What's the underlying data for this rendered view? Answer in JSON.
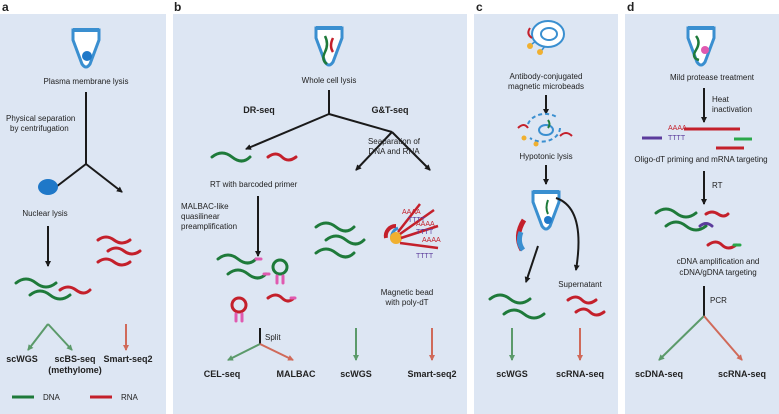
{
  "colors": {
    "panel_bg": "#dde6f3",
    "dna": "#1e7a3a",
    "rna": "#c4202b",
    "arrow": "#1a1a1a",
    "green_arrow": "#5b9a6a",
    "red_arrow": "#d06a5a",
    "tube_blue": "#3a8fd0",
    "nucleus": "#1f78c8",
    "bead": "#f0b030",
    "pink": "#e05ab0",
    "purple": "#5b3c9c"
  },
  "panels": [
    {
      "letter": "a",
      "labels": {
        "lysis": "Plasma membrane lysis",
        "separation_l1": "Physical separation",
        "separation_l2": "by centrifugation",
        "nuclear": "Nuclear lysis",
        "out1": "scWGS",
        "out2_l1": "scBS-seq",
        "out2_l2": "(methylome)",
        "out3": "Smart-seq2"
      }
    },
    {
      "letter": "b",
      "labels": {
        "lysis": "Whole cell lysis",
        "dr": "DR-seq",
        "gt": "G&T-seq",
        "sep_l1": "Seaparation of",
        "sep_l2": "DNA and RNA",
        "rt": "RT with barcoded primer",
        "malbac_l1": "MALBAC-like",
        "malbac_l2": "quasilinear",
        "malbac_l3": "preamplification",
        "split": "Split",
        "bead_l1": "Magnetic bead",
        "bead_l2": "with poly-dT",
        "polyA": "AAAA",
        "polyT": "TTTT",
        "out1": "CEL-seq",
        "out2": "MALBAC",
        "out3": "scWGS",
        "out4": "Smart-seq2"
      }
    },
    {
      "letter": "c",
      "labels": {
        "antibody_l1": "Antibody-conjugated",
        "antibody_l2": "magnetic microbeads",
        "hypotonic": "Hypotonic lysis",
        "supernatant": "Supernatant",
        "out1": "scWGS",
        "out2": "scRNA-seq"
      }
    },
    {
      "letter": "d",
      "labels": {
        "protease": "Mild protease treatment",
        "heat_l1": "Heat",
        "heat_l2": "inactivation",
        "polyA": "AAAA",
        "polyT": "TTTT",
        "oligo": "Oligo-dT priming and mRNA targeting",
        "rt": "RT",
        "cdna_l1": "cDNA amplification and",
        "cdna_l2": "cDNA/gDNA targeting",
        "pcr": "PCR",
        "out1": "scDNA-seq",
        "out2": "scRNA-seq"
      }
    }
  ],
  "legend": {
    "dna": "DNA",
    "rna": "RNA"
  }
}
